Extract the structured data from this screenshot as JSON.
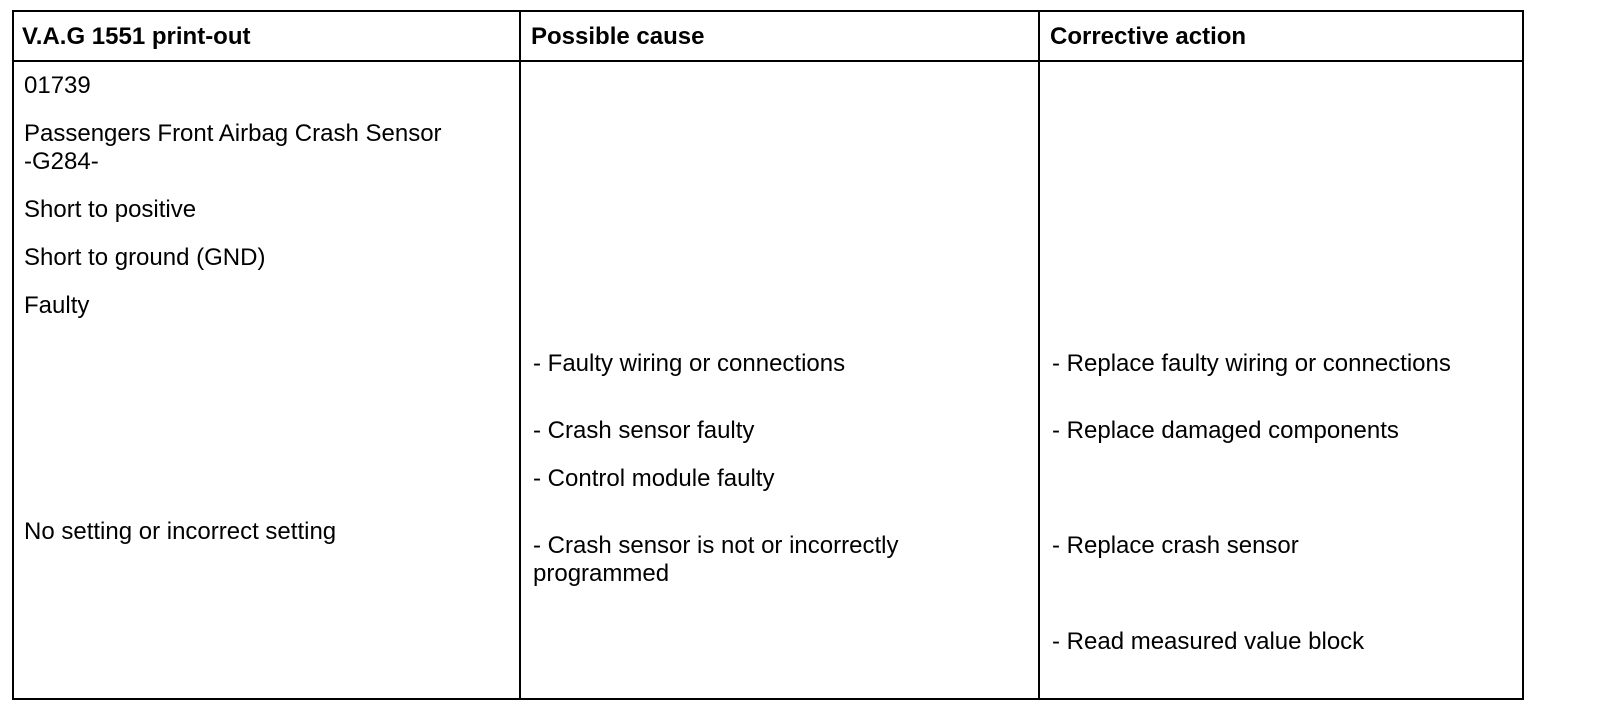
{
  "table": {
    "headers": [
      "V.A.G 1551 print-out",
      "Possible cause",
      "Corrective action"
    ],
    "printout": {
      "code": "01739",
      "component": "Passengers Front Airbag Crash Sensor\n-G284-",
      "fault_1": "Short to positive",
      "fault_2": "Short to ground (GND)",
      "fault_3": "Faulty",
      "fault_4": "No setting or incorrect setting"
    },
    "causes": [
      "- Faulty wiring or connections",
      "- Crash sensor faulty",
      "- Control module faulty",
      "- Crash sensor is not or incorrectly\nprogrammed"
    ],
    "actions": [
      "- Replace faulty wiring or connections",
      "- Replace damaged components",
      "- Replace crash sensor",
      "- Read measured value block"
    ]
  }
}
